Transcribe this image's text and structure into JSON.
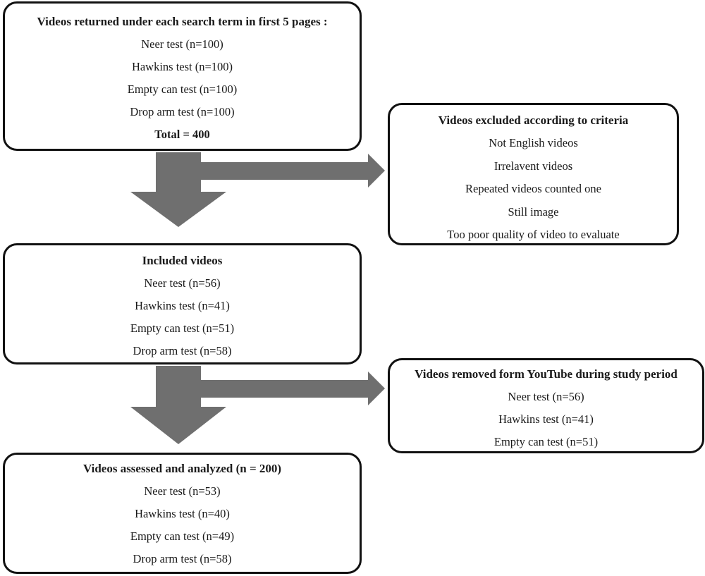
{
  "colors": {
    "arrow": "#6f6f6f",
    "border": "#111111",
    "text": "#1a1a1a"
  },
  "boxes": {
    "search": {
      "title": "Videos returned under each search term in first 5 pages :",
      "items": [
        "Neer test (n=100)",
        "Hawkins test (n=100)",
        "Empty can test (n=100)",
        "Drop arm test (n=100)"
      ],
      "total": "Total = 400"
    },
    "excluded": {
      "title": "Videos excluded according to criteria",
      "items": [
        "Not English  videos",
        "Irrelavent videos",
        "Repeated videos counted one",
        "Still image",
        "Too poor quality of video to evaluate"
      ]
    },
    "included": {
      "title": "Included videos",
      "items": [
        "Neer test (n=56)",
        "Hawkins test (n=41)",
        "Empty can test (n=51)",
        "Drop arm test (n=58)"
      ]
    },
    "removed": {
      "title": "Videos removed form YouTube during study period",
      "items": [
        "Neer test (n=56)",
        "Hawkins test (n=41)",
        "Empty can test (n=51)"
      ]
    },
    "assessed": {
      "title": "Videos assessed and analyzed (n = 200)",
      "items": [
        "Neer test (n=53)",
        "Hawkins test (n=40)",
        "Empty can test (n=49)",
        "Drop arm test (n=58)"
      ]
    }
  }
}
